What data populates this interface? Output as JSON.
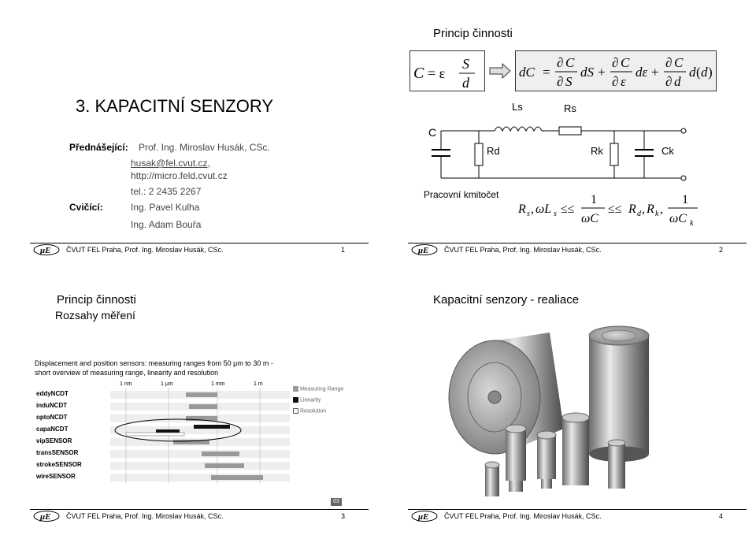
{
  "slide1": {
    "title": "3. KAPACITNÍ SENZORY",
    "lecturer_label": "Přednášející:",
    "lecturer_name": "Prof. Ing. Miroslav Husák, CSc.",
    "email": "husak@fel.cvut.cz,",
    "web": "http://micro.feld.cvut.cz",
    "tel": "tel.: 2 2435 2267",
    "exercise_label": "Cvičící:",
    "exercise_1": "Ing. Pavel Kulha",
    "exercise_2": "Ing. Adam Bouřa",
    "footer": "ČVUT FEL Praha, Prof. Ing. Miroslav Husák, CSc.",
    "page": "1"
  },
  "slide2": {
    "title": "Princip činnosti",
    "c_label": "C",
    "ls_label": "Ls",
    "rs_label": "Rs",
    "rd_label": "Rd",
    "rk_label": "Rk",
    "ck_label": "Ck",
    "pracovni": "Pracovní kmitočet",
    "footer": "ČVUT FEL Praha, Prof. Ing. Miroslav Husák, CSc.",
    "page": "2"
  },
  "slide3": {
    "title": "Princip činnosti",
    "subtitle": "Rozsahy měření",
    "chart_heading_1": "Displacement and position sensors: measuring ranges from 50 μm to 30 m -",
    "chart_heading_2": "short overview of measuring range, linearity and resolution",
    "scale_labels": [
      "1 nm",
      "1 μm",
      "1 mm",
      "1 m"
    ],
    "sensors": [
      "eddyNCDT",
      "induNCDT",
      "optoNCDT",
      "capaNCDT",
      "vipSENSOR",
      "transSENSOR",
      "strokeSENSOR",
      "wireSENSOR"
    ],
    "legend": [
      "Measuring Range",
      "Linearity",
      "Resolution"
    ],
    "badge": "03",
    "footer": "ČVUT FEL Praha, Prof. Ing. Miroslav Husák, CSc.",
    "page": "3"
  },
  "slide4": {
    "title": "Kapacitní senzory - realiace",
    "footer": "ČVUT FEL Praha, Prof. Ing. Miroslav Husák, CSc.",
    "page": "4"
  }
}
